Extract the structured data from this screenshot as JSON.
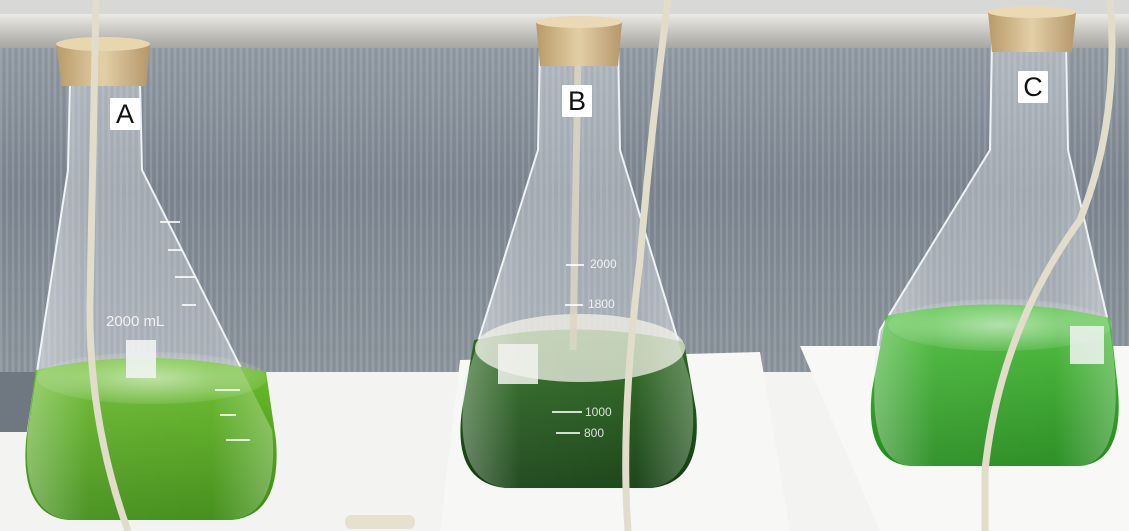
{
  "flasks": [
    {
      "label": "A",
      "capacity_marking": "2000 mL",
      "liquid_color": "#4fa61a"
    },
    {
      "label": "B",
      "capacity_marking": "2000",
      "liquid_color": "#1c5418"
    },
    {
      "label": "C",
      "capacity_marking": "",
      "liquid_color": "#35a82a"
    }
  ],
  "flask_b_graduations": [
    "1800",
    "1000",
    "800"
  ],
  "colors": {
    "background_wall": "#7c8590",
    "table_surface": "#f4f4f2",
    "tubing": "#e2dccb",
    "cork": "#d8c39a"
  }
}
